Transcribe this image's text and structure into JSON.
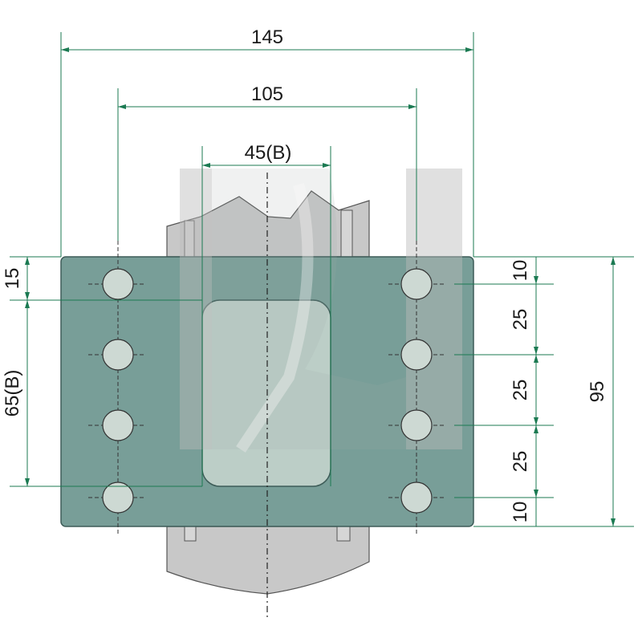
{
  "colors": {
    "plate": "#789e98",
    "plate_stroke": "#3d5c58",
    "window": "#bccec7",
    "body_grey": "#c8c8c8",
    "body_stroke": "#555555",
    "dimension": "#1b7a52",
    "hole_fill": "#cdd9d3",
    "watermark": "#bbbbbb"
  },
  "dimensions": {
    "overall_width": "145",
    "hole_pitch_width": "105",
    "window_width": "45(B)",
    "top_offset": "15",
    "window_height": "65(B)",
    "right_top": "10",
    "right_pitch_1": "25",
    "right_pitch_2": "25",
    "right_pitch_3": "25",
    "right_bottom": "10",
    "overall_height": "95"
  }
}
